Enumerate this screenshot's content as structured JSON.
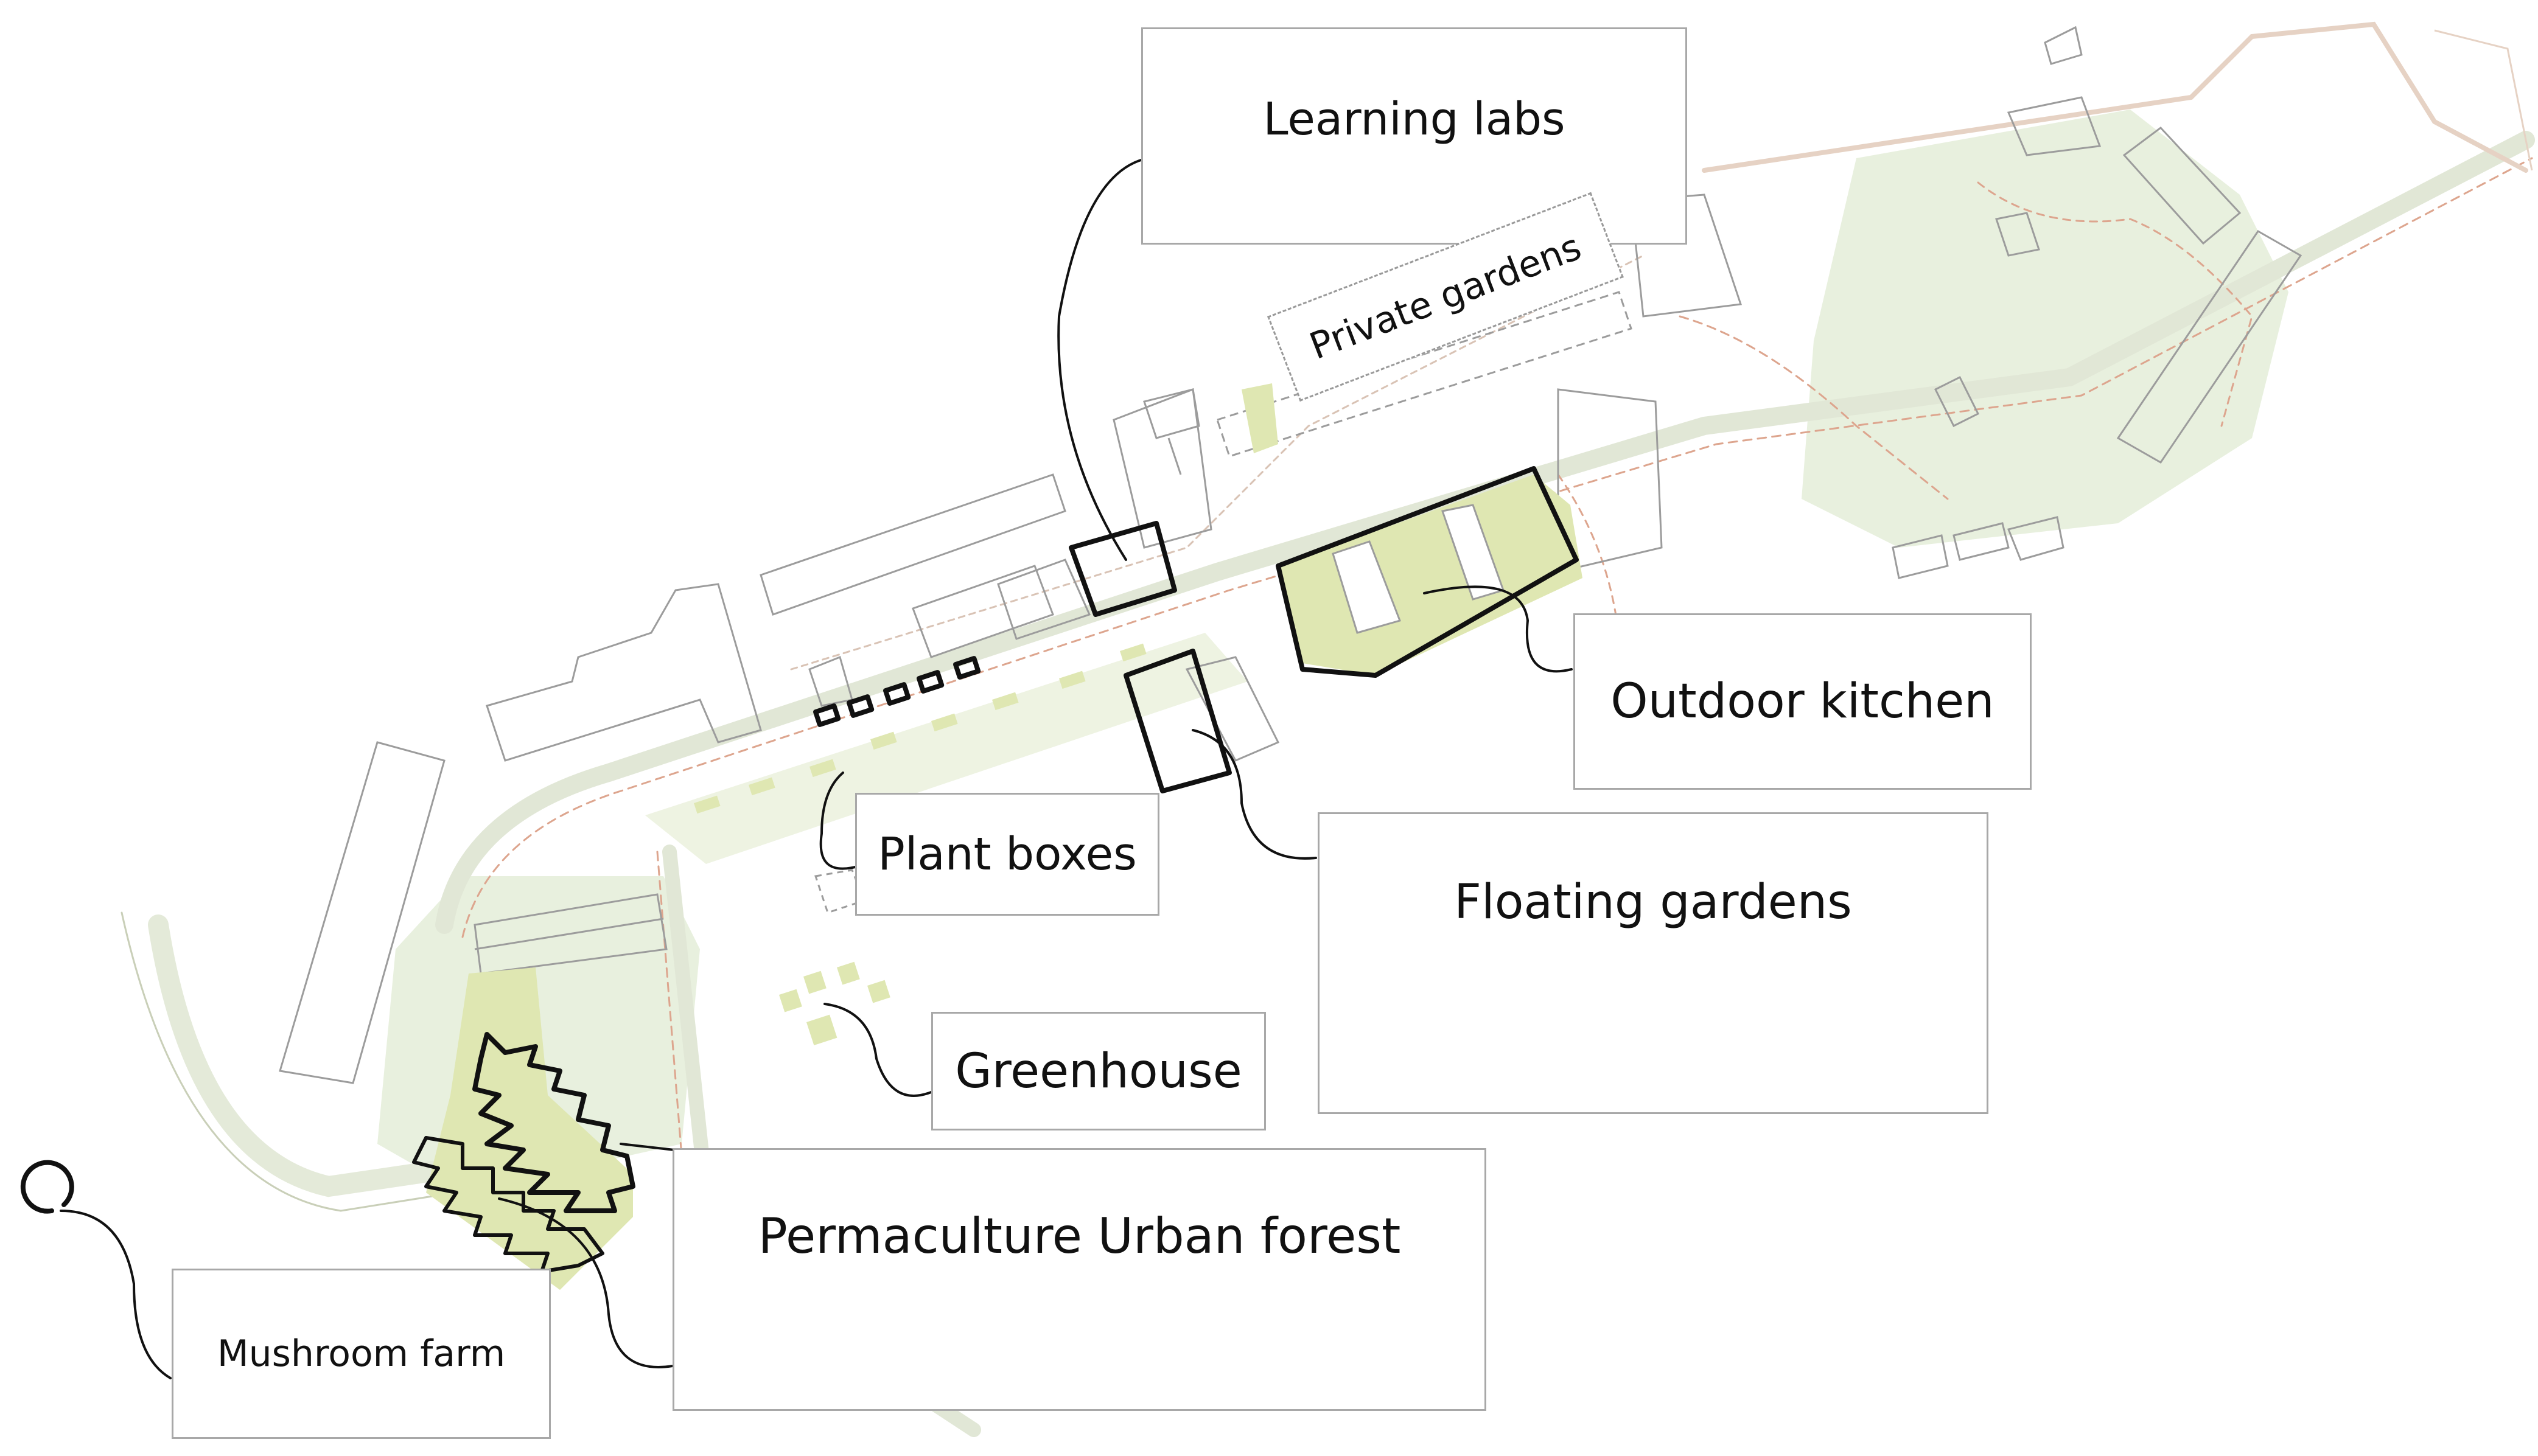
{
  "labels": {
    "learning_labs": "Learning labs",
    "private_gardens": "Private gardens",
    "outdoor_kitchen": "Outdoor kitchen",
    "plant_boxes": "Plant boxes",
    "floating_gardens": "Floating gardens",
    "greenhouse": "Greenhouse",
    "permaculture_forest": "Permaculture Urban forest",
    "mushroom_farm": "Mushroom farm"
  },
  "colors": {
    "garden_green": "#dfe7b2",
    "light_green": "#e8f0de",
    "path_red": "#dda58e",
    "building_gray": "#9c9c9c",
    "ink": "#111111"
  }
}
